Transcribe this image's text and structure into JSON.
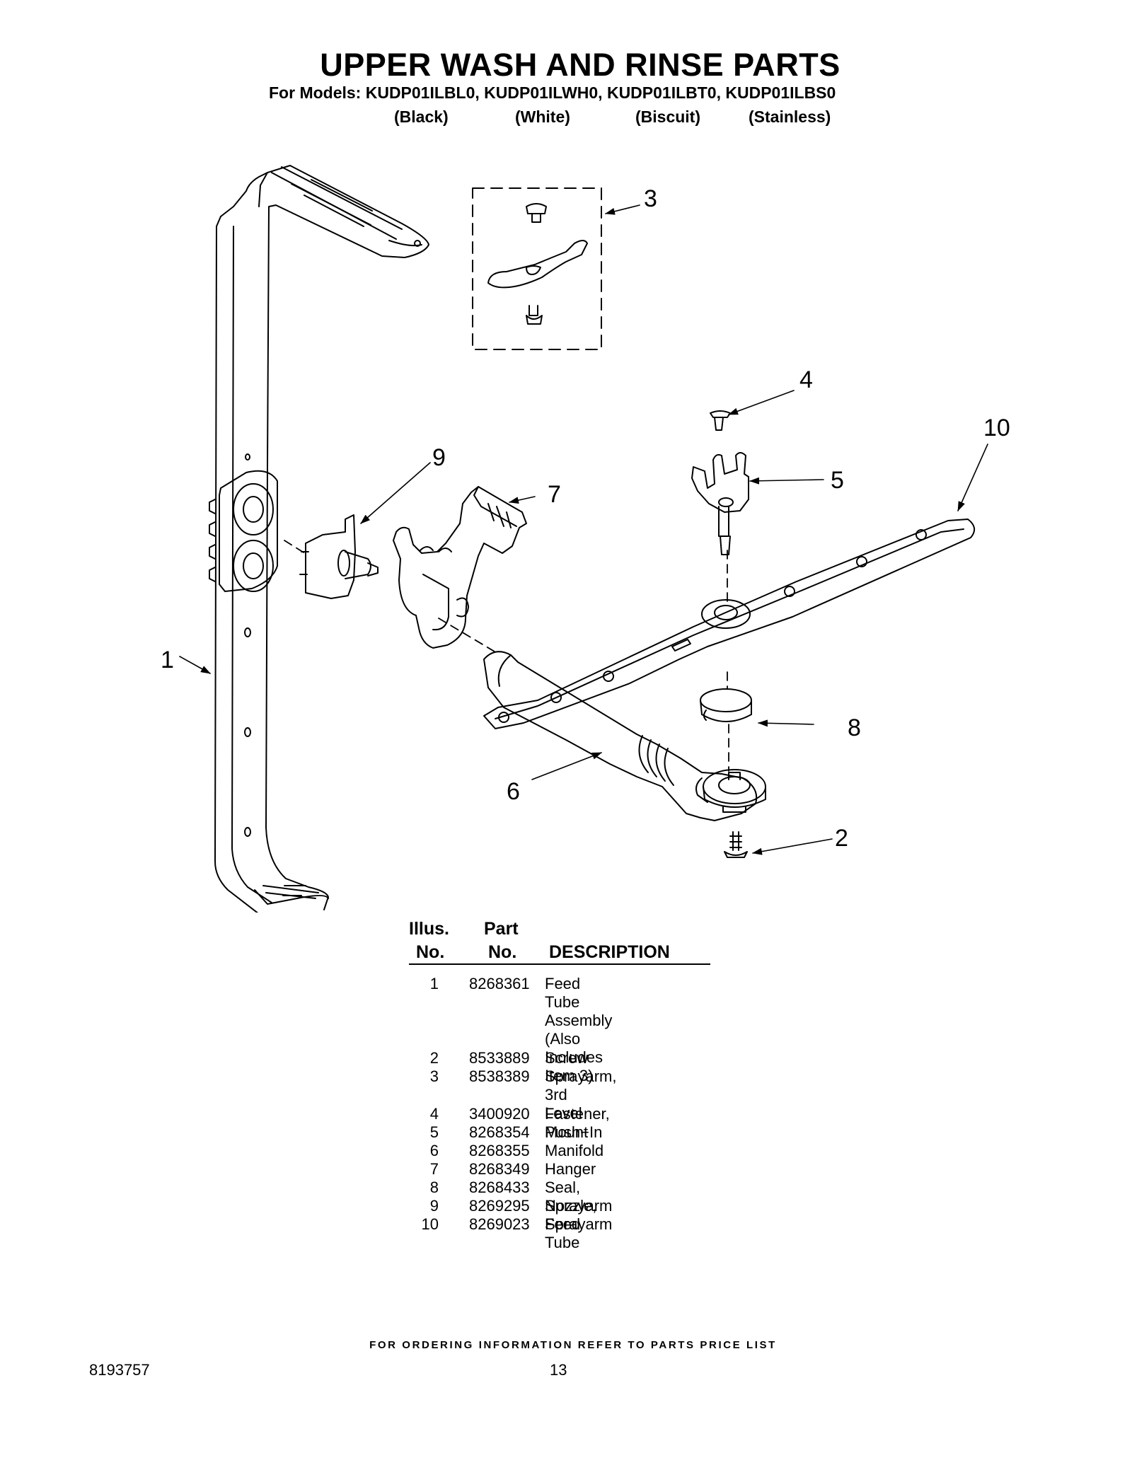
{
  "header": {
    "title": "UPPER WASH AND RINSE PARTS",
    "models": "For Models: KUDP01ILBL0, KUDP01ILWH0, KUDP01ILBT0, KUDP01ILBS0",
    "colors": [
      "(Black)",
      "(White)",
      "(Biscuit)",
      "(Stainless)"
    ]
  },
  "callouts": [
    "1",
    "2",
    "3",
    "4",
    "5",
    "6",
    "7",
    "8",
    "9",
    "10"
  ],
  "table": {
    "headers": {
      "illus_1": "Illus.",
      "illus_2": "No.",
      "part_1": "Part",
      "part_2": "No.",
      "desc": "DESCRIPTION"
    },
    "rows": [
      {
        "illus": "1",
        "part": "8268361",
        "desc": "Feed Tube\nAssembly\n(Also Includes\nItem 3)"
      },
      {
        "illus": "2",
        "part": "8533889",
        "desc": "Screw"
      },
      {
        "illus": "3",
        "part": "8538389",
        "desc": "Sprayarm, 3rd\nLevel"
      },
      {
        "illus": "4",
        "part": "3400920",
        "desc": "Fastener, Push−In"
      },
      {
        "illus": "5",
        "part": "8268354",
        "desc": "Mount"
      },
      {
        "illus": "6",
        "part": "8268355",
        "desc": "Manifold"
      },
      {
        "illus": "7",
        "part": "8268349",
        "desc": "Hanger"
      },
      {
        "illus": "8",
        "part": "8268433",
        "desc": "Seal, Sprayarm"
      },
      {
        "illus": "9",
        "part": "8269295",
        "desc": "Nozzle, Feed Tube"
      },
      {
        "illus": "10",
        "part": "8269023",
        "desc": "Sprayarm"
      }
    ]
  },
  "footer": {
    "note": "FOR ORDERING INFORMATION REFER TO PARTS PRICE LIST",
    "doc_number": "8193757",
    "page": "13"
  }
}
